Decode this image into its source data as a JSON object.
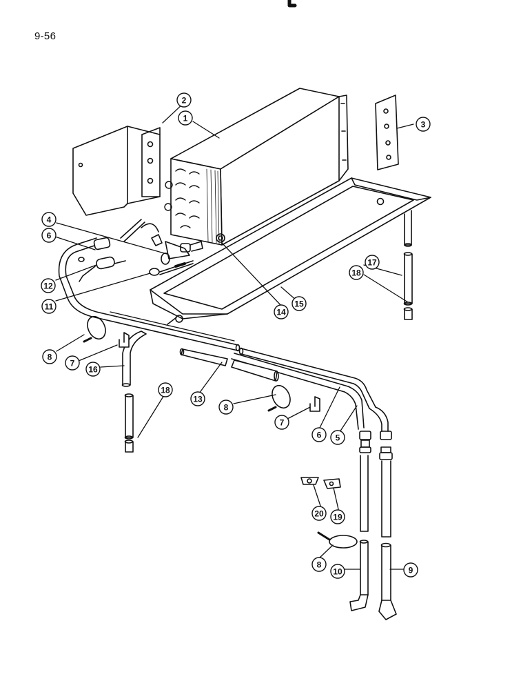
{
  "page": {
    "page_number": "9-56"
  },
  "callouts": [
    "1",
    "2",
    "3",
    "4",
    "5",
    "6",
    "7",
    "8",
    "9",
    "10",
    "11",
    "12",
    "13",
    "14",
    "15",
    "16",
    "17",
    "18",
    "19",
    "20"
  ]
}
